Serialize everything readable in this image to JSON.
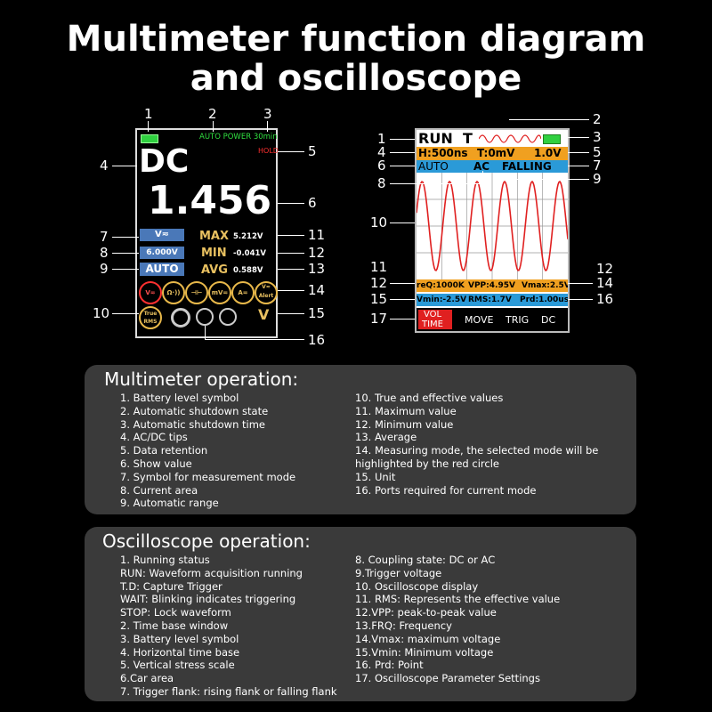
{
  "title": {
    "line1": "Multimeter function diagram",
    "line2": "and oscilloscope"
  },
  "multimeter_screen": {
    "auto_power": "AUTO POWER 30min",
    "hold": "HOLD",
    "mode": "DC",
    "reading": "1.456",
    "mode_symbol": "V≂",
    "range": "6.000V",
    "auto": "AUTO",
    "max_label": "MAX",
    "max_value": "5.212V",
    "min_label": "MIN",
    "min_value": "-0.041V",
    "avg_label": "AVG",
    "avg_value": "0.588V",
    "mode_icons": [
      "V≂",
      "Ω·))",
      "⊣⊢",
      "mV≂",
      "A≂",
      "V≂ Alert"
    ],
    "true_rms": "True RMS",
    "unit": "V"
  },
  "multimeter_callouts": {
    "n1": "1",
    "n2": "2",
    "n3": "3",
    "n4": "4",
    "n5": "5",
    "n6": "6",
    "n7": "7",
    "n8": "8",
    "n9": "9",
    "n10": "10",
    "n11": "11",
    "n12": "12",
    "n13": "13",
    "n14": "14",
    "n15": "15",
    "n16": "16"
  },
  "scope_screen": {
    "run": "RUN",
    "trig_mode": "T",
    "timebase": "H:500ns",
    "trig_time": "T:0mV",
    "vscale": "1.0V",
    "auto": "AUTO",
    "coupling": "AC",
    "edge": "FALLING",
    "freq": "reQ:1000K",
    "vpp": "VPP:4.95V",
    "vmax": "Vmax:2.5V",
    "vmin": "Vmin:-2.5V",
    "rms": "RMS:1.7V",
    "prd": "Prd:1.00us",
    "menu_vol": "VOL",
    "menu_time": "TIME",
    "menu_move": "MOVE",
    "menu_trig": "TRIG",
    "menu_dc": "DC"
  },
  "scope_callouts": {
    "n1": "1",
    "n2": "2",
    "n3": "3",
    "n4": "4",
    "n5": "5",
    "n6": "6",
    "n7": "7",
    "n8": "8",
    "n9": "9",
    "n10": "10",
    "n11": "11",
    "n12": "12",
    "n12b": "12",
    "n14": "14",
    "n15": "15",
    "n16": "16",
    "n17": "17"
  },
  "multimeter_panel": {
    "title": "Multimeter operation:",
    "left": [
      "1. Battery level symbol",
      "2. Automatic shutdown state",
      "3. Automatic shutdown time",
      "4. AC/DC tips",
      "5. Data retention",
      "6. Show value",
      "7. Symbol for measurement mode",
      "8. Current area",
      "9. Automatic range"
    ],
    "right": [
      "10. True and effective values",
      "11. Maximum value",
      "12. Minimum value",
      "13. Average",
      "14. Measuring mode, the selected mode will be",
      "highlighted by the red circle",
      "15. Unit",
      "16. Ports required for current mode"
    ]
  },
  "scope_panel": {
    "title": "Oscilloscope operation:",
    "left": [
      "1. Running status",
      "RUN: Waveform acquisition running",
      "T.D: Capture Trigger",
      "WAIT: Blinking indicates triggering",
      "STOP: Lock waveform",
      "2. Time base window",
      "3. Battery level symbol",
      "4. Horizontal time base",
      "5. Vertical stress scale",
      "6.Car area",
      "7. Trigger flank: rising flank or falling flank"
    ],
    "right": [
      "8. Coupling state: DC or AC",
      "9.Trigger voltage",
      "10. Oscilloscope display",
      "11. RMS: Represents the effective value",
      "12.VPP: peak-to-peak value",
      "13.FRQ: Frequency",
      "14.Vmax: maximum voltage",
      "15.Vmin: Minimum voltage",
      "16. Prd: Point",
      "17. Oscilloscope Parameter Settings"
    ]
  },
  "colors": {
    "accent_orange": "#f0a020",
    "accent_blue": "#2a9ad8",
    "accent_red": "#e02020",
    "battery_green": "#30d040"
  }
}
